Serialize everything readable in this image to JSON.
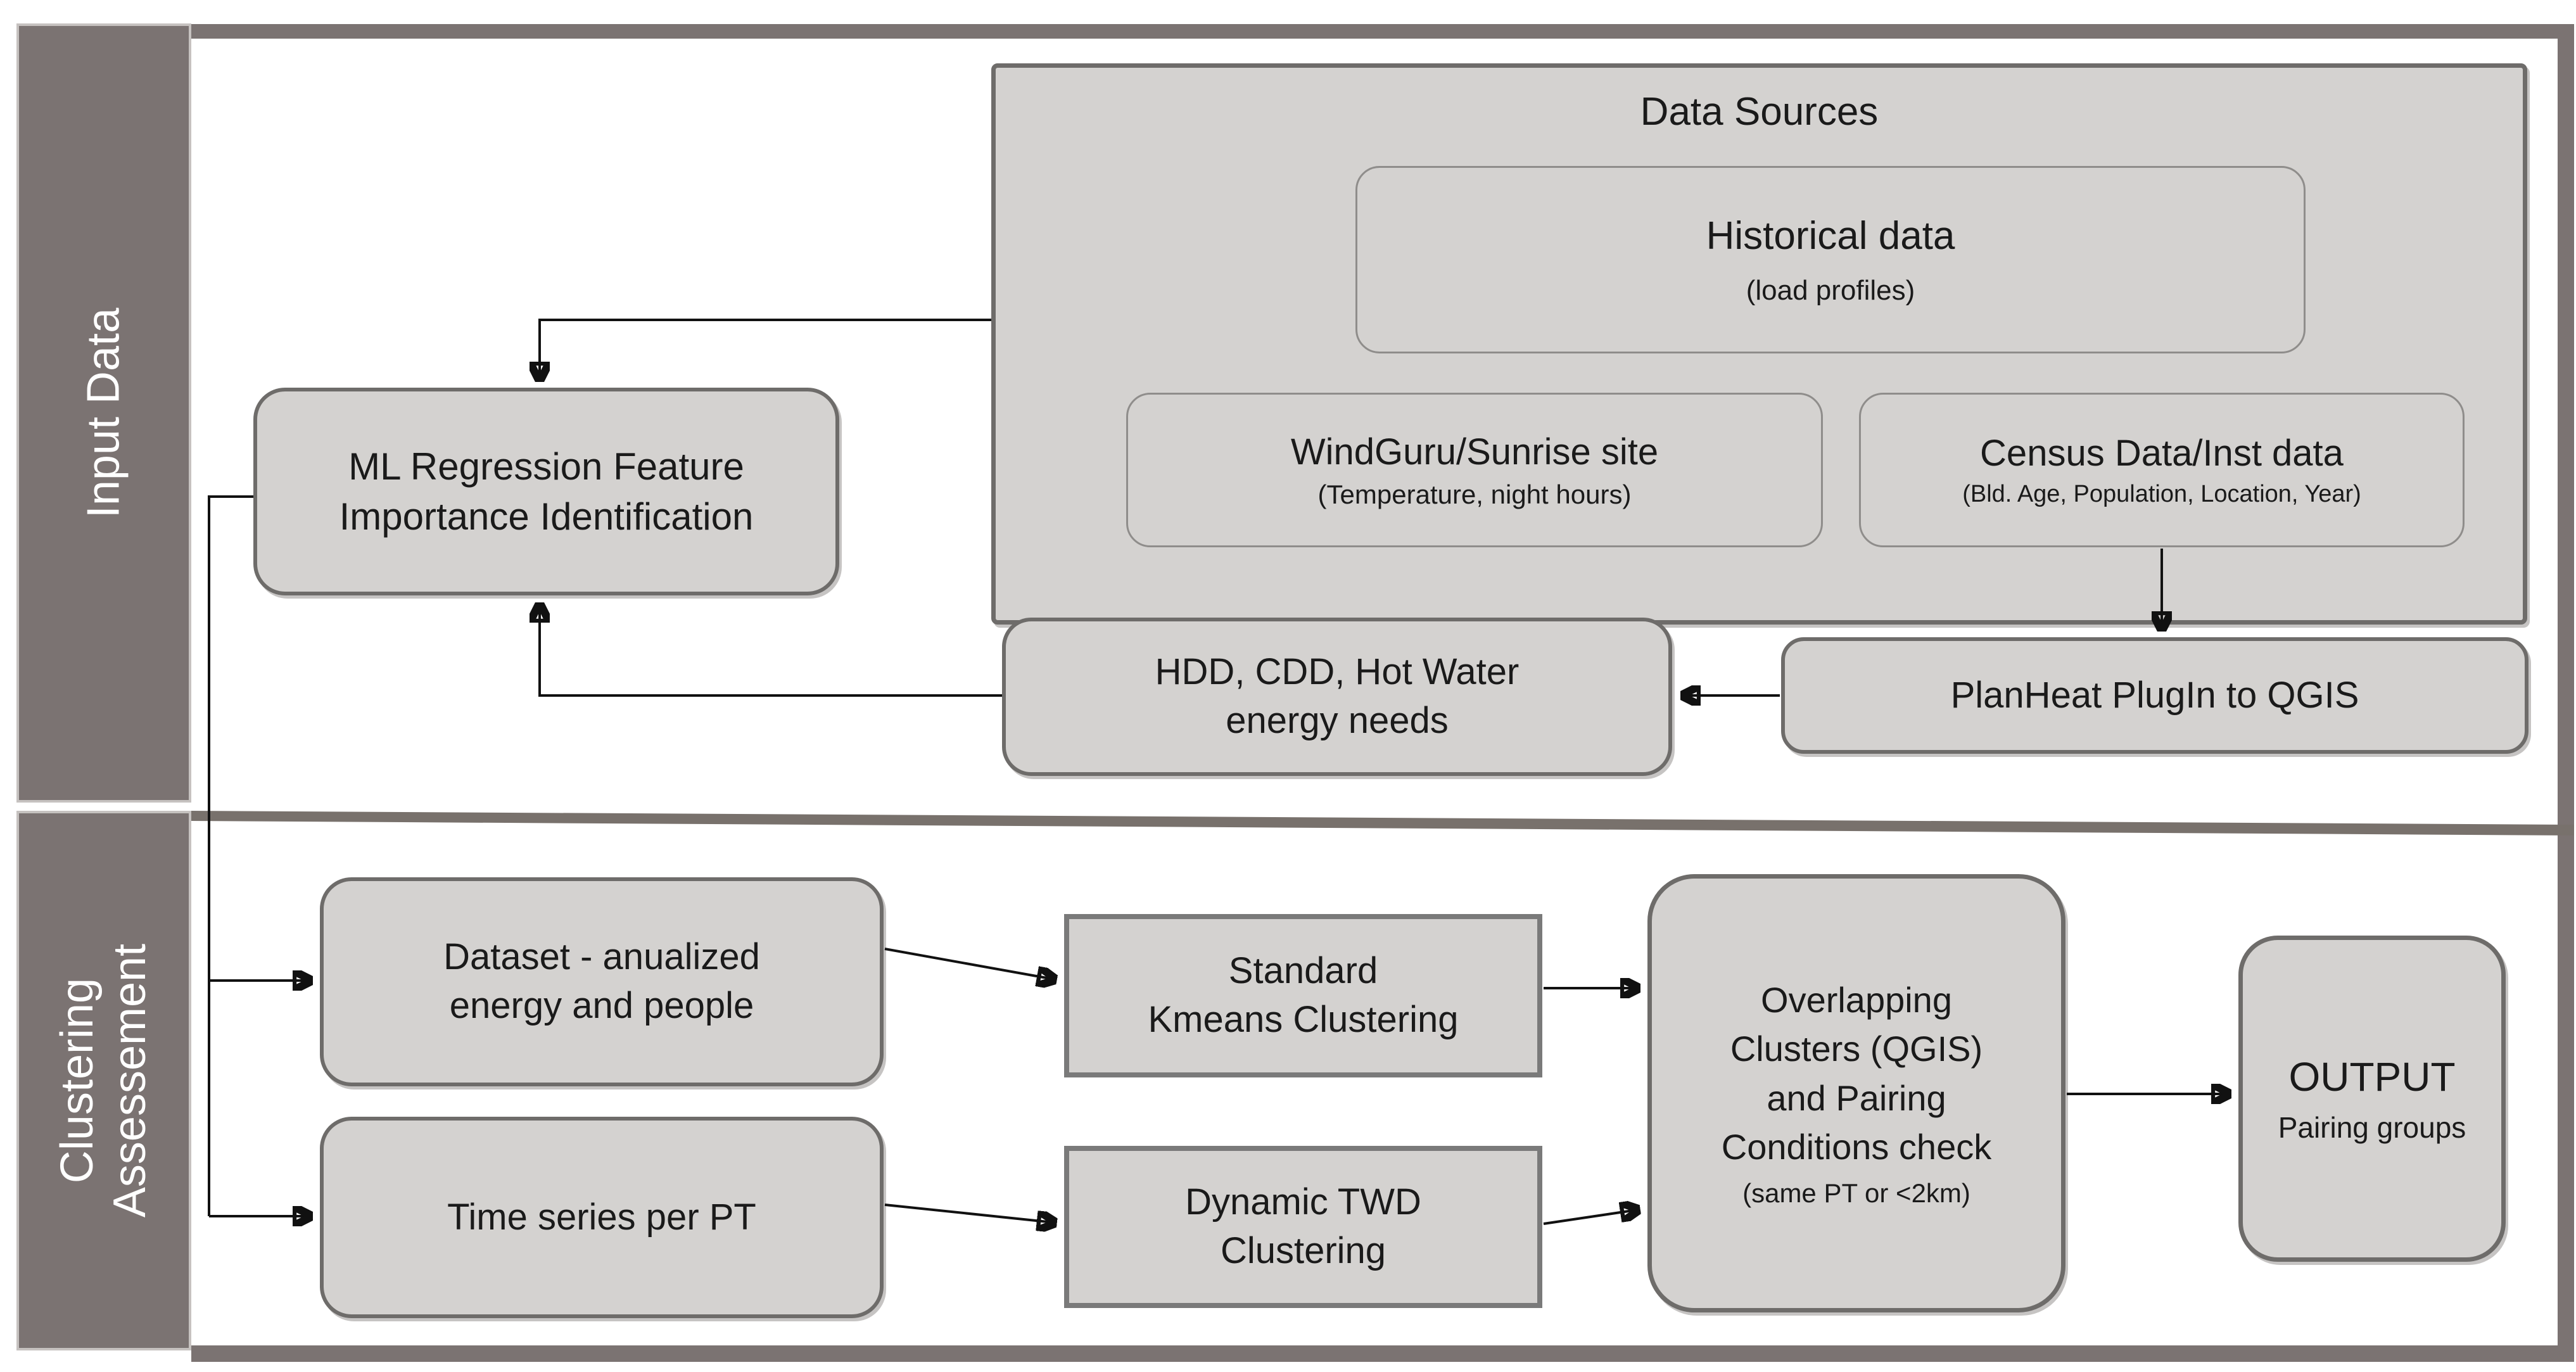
{
  "colors": {
    "sidebar_bg": "#7b7372",
    "sidebar_text": "#ffffff",
    "frame_bar": "#7b7372",
    "box_fill": "#d4d2d0",
    "box_border": "#6e6c6a",
    "inner_box_border": "#8f8d8b",
    "rect_box_border": "#7a7a7a",
    "divider": "#78716c",
    "arrow": "#111111",
    "text": "#1a1a1a"
  },
  "sidebar": {
    "input_label": "Input Data",
    "clustering_label_line1": "Clustering",
    "clustering_label_line2": "Assessement"
  },
  "input_section": {
    "data_sources": {
      "title": "Data Sources"
    },
    "historical": {
      "title": "Historical data",
      "subtitle": "(load profiles)"
    },
    "windguru": {
      "title": "WindGuru/Sunrise site",
      "subtitle": "(Temperature, night hours)"
    },
    "census": {
      "title": "Census Data/Inst data",
      "subtitle": "(Bld. Age, Population, Location, Year)"
    },
    "ml": {
      "line1": "ML Regression Feature",
      "line2": "Importance Identification"
    },
    "hdd": {
      "line1": "HDD, CDD, Hot Water",
      "line2": "energy needs"
    },
    "planheat": {
      "title": "PlanHeat PlugIn to QGIS"
    }
  },
  "clustering_section": {
    "dataset": {
      "line1": "Dataset - anualized",
      "line2": "energy and people"
    },
    "timeseries": {
      "title": "Time series per PT"
    },
    "kmeans": {
      "line1": "Standard",
      "line2": "Kmeans Clustering"
    },
    "twd": {
      "line1": "Dynamic TWD",
      "line2": "Clustering"
    },
    "overlap": {
      "line1": "Overlapping",
      "line2": "Clusters (QGIS)",
      "line3": "and Pairing",
      "line4": "Conditions check",
      "subtitle": "(same PT or <2km)"
    },
    "output": {
      "title": "OUTPUT",
      "subtitle": "Pairing groups"
    }
  }
}
